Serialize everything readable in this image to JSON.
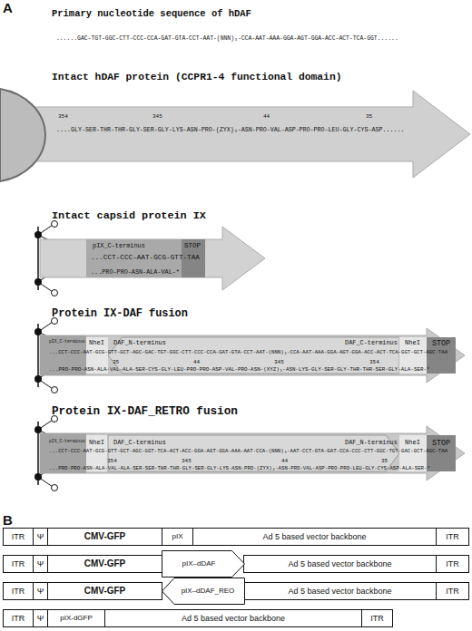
{
  "diagram": {
    "nodes": [
      {
        "text": [
          "ITR"
        ]
      },
      {
        "text": [
          "Ψ"
        ]
      },
      {
        "text": [
          "CMV-GFP"
        ]
      },
      {
        "text": [
          "pIX"
        ]
      },
      {
        "text": [
          "Ad 5 based vector backbone"
        ]
      },
      {
        "text": [
          "ITR"
        ]
      },
      {
        "text": [
          "ITR"
        ]
      },
      {
        "text": [
          "Ψ"
        ]
      },
      {
        "text": [
          "CMV-GFP"
        ]
      },
      {
        "text": [
          "pIX–dDAF"
        ]
      },
      {
        "text": [
          "Ad 5 based vector backbone"
        ]
      },
      {
        "text": [
          "ITR"
        ]
      },
      {
        "text": [
          "ITR"
        ]
      },
      {
        "text": [
          "Ψ"
        ]
      },
      {
        "text": [
          "CMV-GFP"
        ]
      },
      {
        "text": [
          "pIX–dDAF_REO"
        ]
      },
      {
        "text": [
          "Ad 5 based vector backbone"
        ]
      },
      {
        "text": [
          "ITR"
        ]
      },
      {
        "text": [
          "ITR"
        ]
      },
      {
        "text": [
          "Ψ"
        ]
      },
      {
        "text": [
          "pIX-dGFP"
        ]
      },
      {
        "text": [
          "Ad 5 based vector backbone"
        ]
      },
      {
        "text": [
          "ITR"
        ]
      }
    ],
    "labels": [
      "A",
      "Primary nucleotide sequence of hDAF",
      "......GAC-TGT-GGC-CTT-CCC-CCA-GAT-GTA-CCT-AAT-(NNN)₃-CCA-AAT-AAA-GGA-AGT-GGA-ACC-ACT-TCA-GGT......",
      "Intact hDAF protein (CCPR1-4 functional domain)",
      "354",
      "345",
      "44",
      "35",
      "....GLY-SER-THR-THR-GLY-SER-GLY-LYS-ASN-PRO-(ZYX)₃-ASN-PRO-VAL-ASP-PRO-PRO-LEU-GLY-CYS-ASP......",
      "Intact capsid protein IX",
      "pIX_C-terminus",
      "STOP",
      "...CCT-CCC-AAT-GCG-GTT-TAA",
      "...PRO-PRO-ASN-ALA-VAL-*",
      "Protein IX-DAF fusion",
      "pIX_C-terminus",
      "NheI",
      "DAF_N-terminus",
      "DAF_C-terminus",
      "NheI",
      "STOP",
      "...CCT-CCC-AAT-GCG-GTT-GCT-AGC-GAC-TGT-GGC-CTT-CCC-CCA-GAT-GTA-CCT-AAT-(NNN)₃-CCA-AAT-AAA-GGA-AGT-GGA-ACC-ACT-TCA-GGT-GCT-AGC-TAA",
      "35",
      "44",
      "345",
      "354",
      "...PRO-PRO-ASN-ALA-VAL-ALA-SER-CYS-GLY-LEU-PRO-PRO-ASP-VAL-PRO-ASN-(XYZ)₃-ASN-LYS-GLY-SER-GLY-THR-THR-SER-GLY-ALA-SER-*",
      "Protein IX-DAF_RETRO fusion",
      "pIX_C-terminus",
      "NheI",
      "DAF_C-terminus",
      "DAF_N-terminus",
      "NheI",
      "STOP",
      "...CCT-CCC-AAT-GCG-GTT-GCT-AGC-GGT-TCA-ACT-ACC-GGA-AGT-GGA-AAA-AAT-CCA-(NNN)₃-AAT-CCT-GTA-GAT-CCA-CCC-CTT-GGC-TGT-GAC-GCT-AGC-TAA",
      "354",
      "345",
      "44",
      "35",
      "...PRO-PRO-ASN-ALA-VAL-ALA-SER-SER-THR-THR-GLY-SER-GLY-LYS-ASN-PRO-(ZYX)₃-ASN-PRO-VAL-ASP-PRO-PRO-LEU-GLY-CYS-ASP-ALA-SER-*",
      "B"
    ]
  }
}
